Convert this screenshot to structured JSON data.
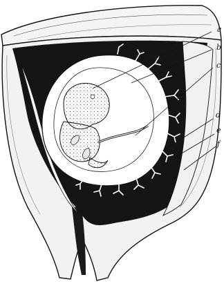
{
  "figure": {
    "labels": [
      "a",
      "b",
      "c",
      "d",
      "e",
      "f"
    ]
  },
  "colors": {
    "ink": "#111111",
    "paper": "#ffffff",
    "stipple": "#6a6a6a"
  }
}
